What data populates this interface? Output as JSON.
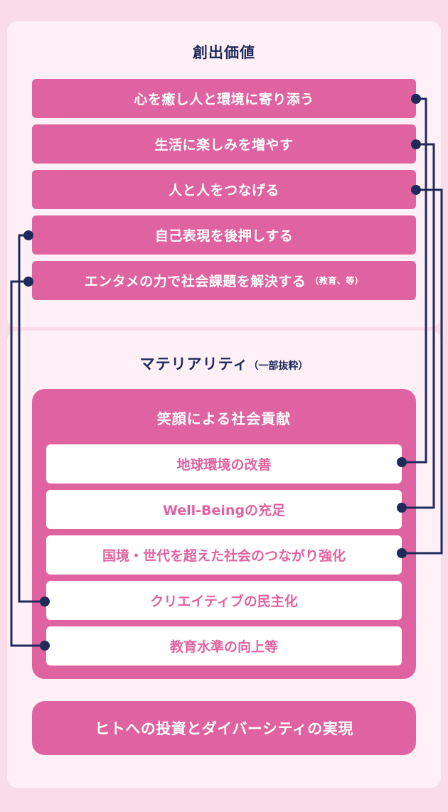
{
  "value_creation": {
    "title": "創出価値",
    "items": [
      {
        "label": "心を癒し人と環境に寄り添う"
      },
      {
        "label": "生活に楽しみを増やす"
      },
      {
        "label": "人と人をつなげる"
      },
      {
        "label": "自己表現を後押しする"
      },
      {
        "label": "エンタメの力で社会課題を解決する",
        "note": "（教育、等）"
      }
    ]
  },
  "materiality": {
    "title": "マテリアリティ",
    "subtitle": "（一部抜粋）",
    "group_title": "笑顔による社会貢献",
    "items": [
      {
        "label": "地球環境の改善"
      },
      {
        "label": "Well-Beingの充足"
      },
      {
        "label": "国境・世代を超えた社会のつながり強化"
      },
      {
        "label": "クリエイティブの民主化"
      },
      {
        "label": "教育水準の向上等"
      }
    ],
    "footer": "ヒトへの投資とダイバーシティの実現"
  },
  "links": [
    {
      "from": "心を癒し人と環境に寄り添う",
      "to": "地球環境の改善"
    },
    {
      "from": "生活に楽しみを増やす",
      "to": "Well-Beingの充足"
    },
    {
      "from": "人と人をつなげる",
      "to": "国境・世代を超えた社会のつながり強化"
    },
    {
      "from": "自己表現を後押しする",
      "to": "クリエイティブの民主化"
    },
    {
      "from": "エンタメの力で社会課題を解決する",
      "to": "教育水準の向上等"
    }
  ],
  "colors": {
    "pink": "#df63a0",
    "navy": "#1e2a5a",
    "card": "#fef0f6",
    "page": "#fadbe8"
  }
}
